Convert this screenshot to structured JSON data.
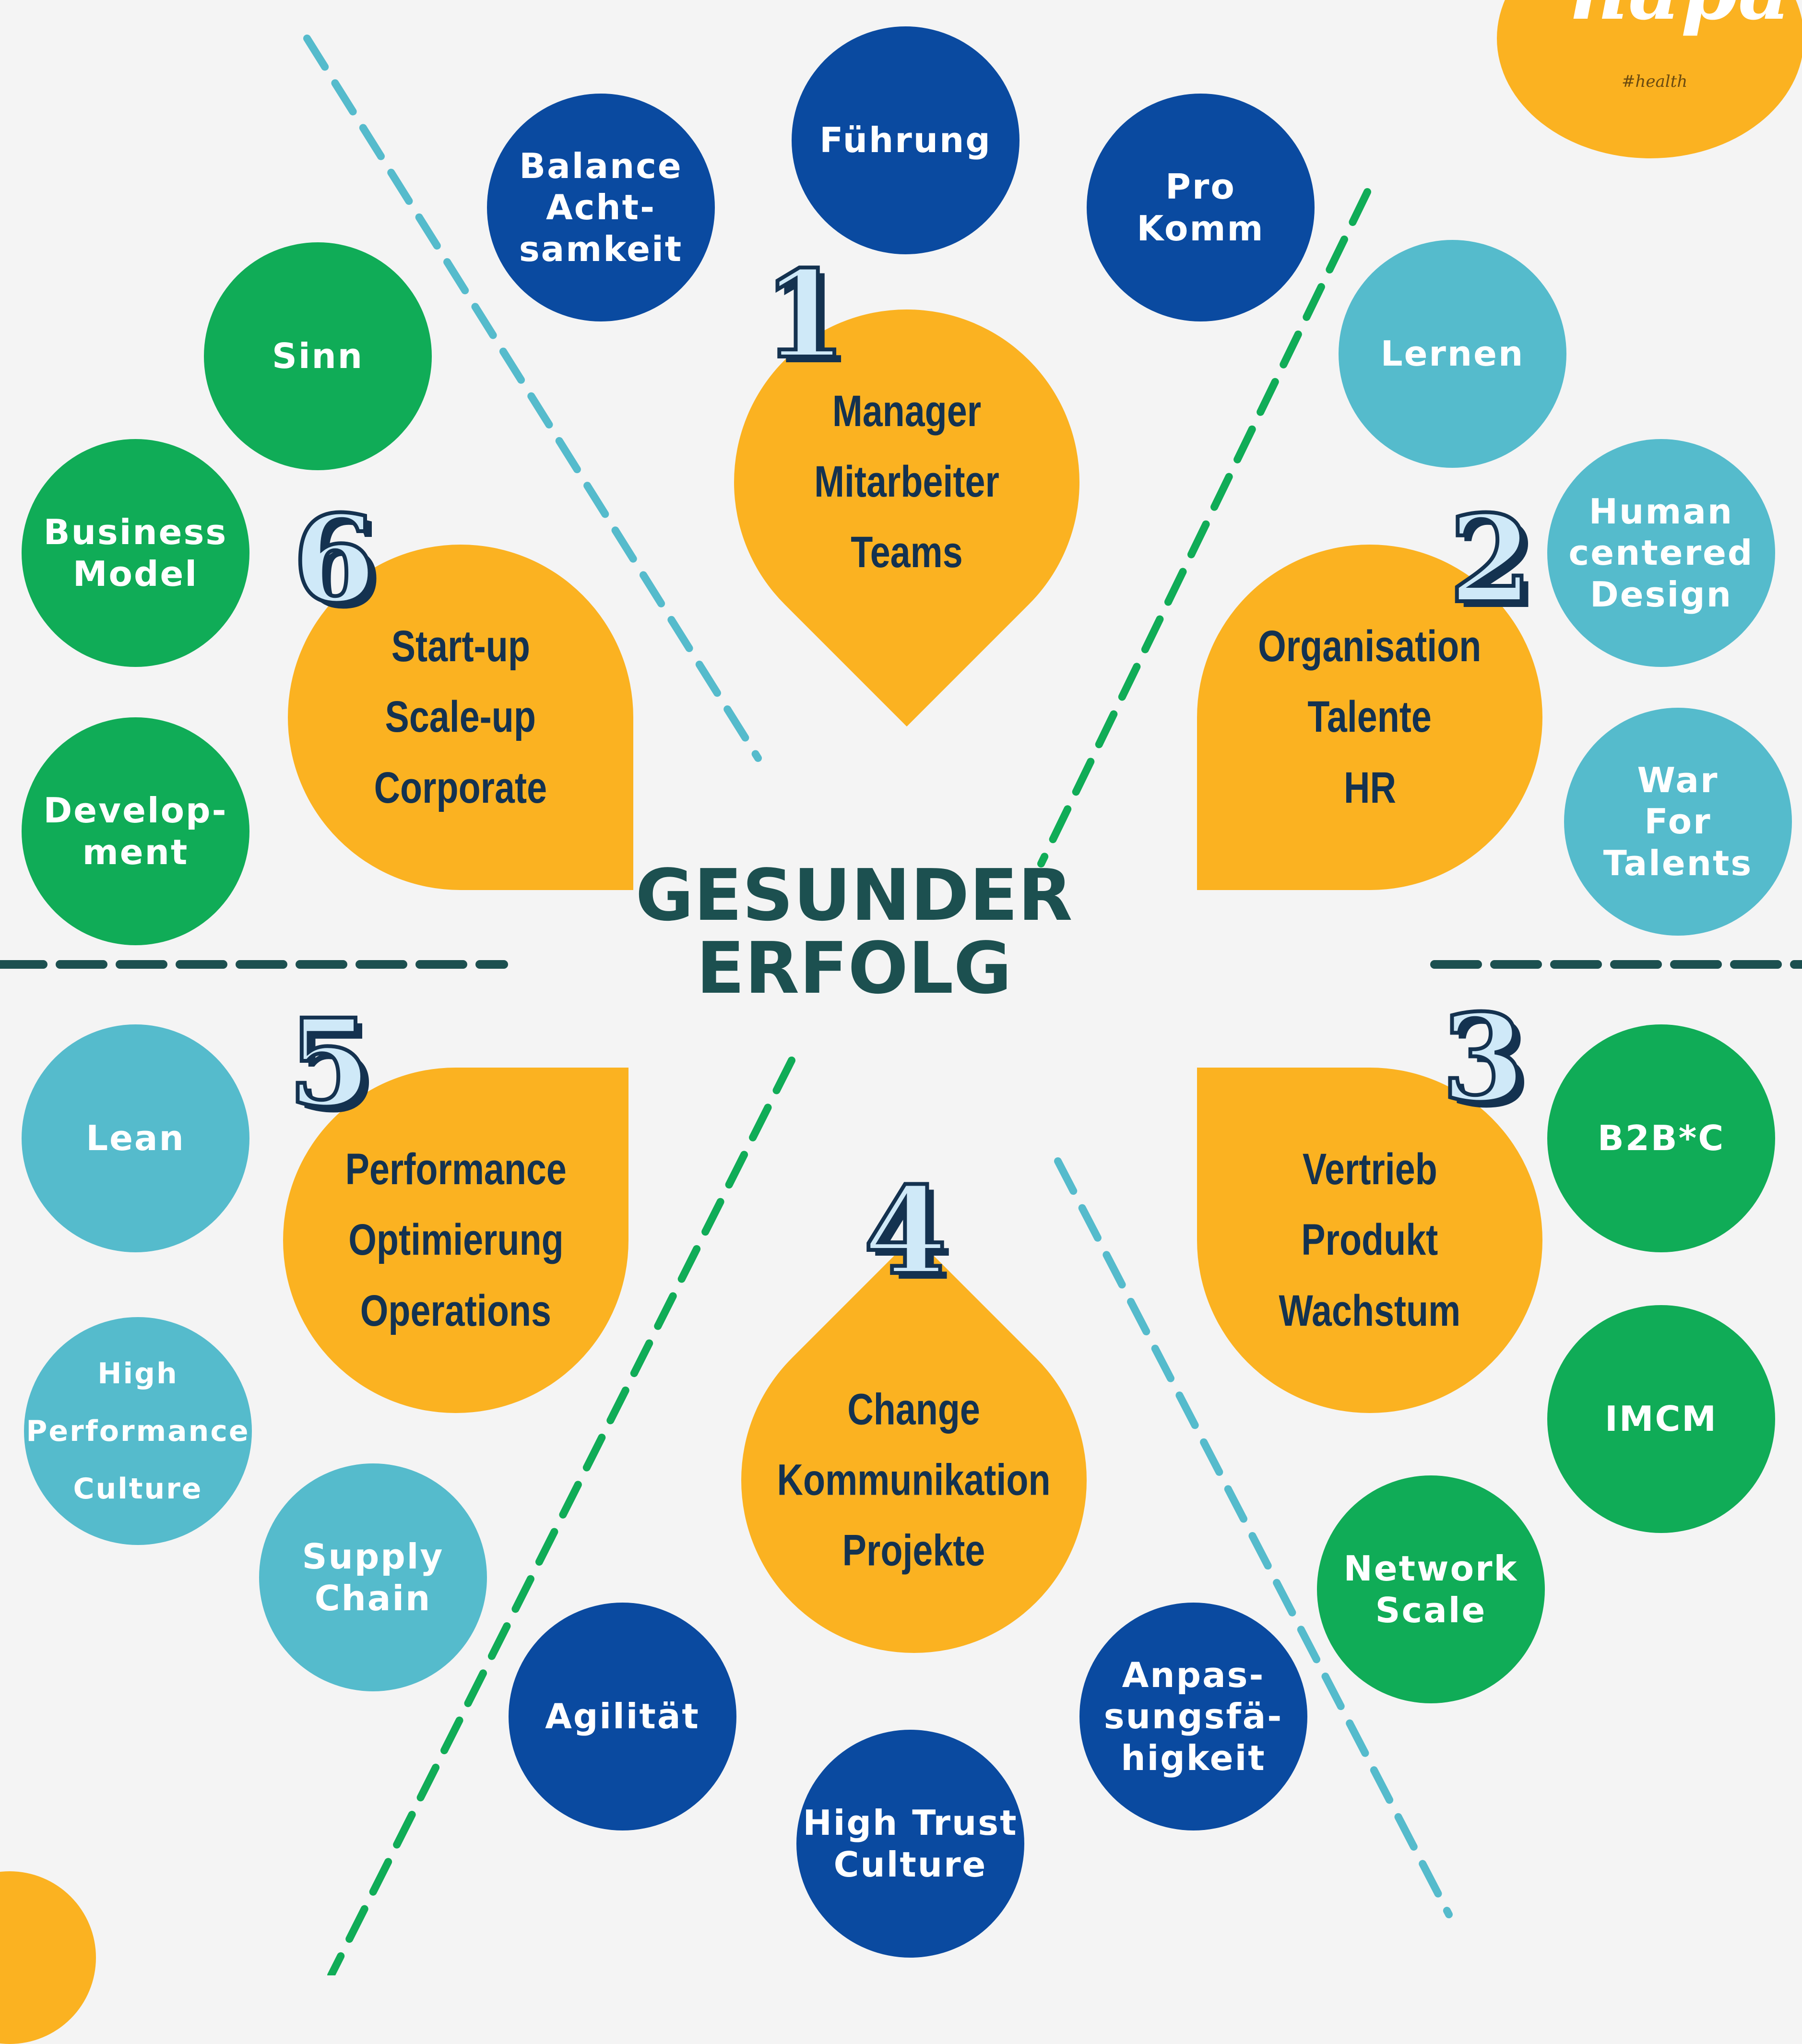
{
  "center": {
    "line1": "GESUNDER",
    "line2": "ERFOLG"
  },
  "logo": {
    "word": "napa",
    "sub": "#health"
  },
  "sections": [
    {
      "number": "1",
      "lines": [
        "Manager",
        "Mitarbeiter",
        "Teams"
      ]
    },
    {
      "number": "2",
      "lines": [
        "Organisation",
        "Talente",
        "HR"
      ]
    },
    {
      "number": "3",
      "lines": [
        "Vertrieb",
        "Produkt",
        "Wachstum"
      ]
    },
    {
      "number": "4",
      "lines": [
        "Change",
        "Kommunikation",
        "Projekte"
      ]
    },
    {
      "number": "5",
      "lines": [
        "Performance",
        "Optimierung",
        "Operations"
      ]
    },
    {
      "number": "6",
      "lines": [
        "Start-up",
        "Scale-up",
        "Corporate"
      ]
    }
  ],
  "topics": [
    {
      "label": "Balance\nAcht-\nsamkeit",
      "color": "#0a4aa0"
    },
    {
      "label": "Führung",
      "color": "#0a4aa0"
    },
    {
      "label": "Pro\nKomm",
      "color": "#0a4aa0"
    },
    {
      "label": "Lernen",
      "color": "#55bbcc"
    },
    {
      "label": "Human\ncentered\nDesign",
      "color": "#55bbcc"
    },
    {
      "label": "War\nFor\nTalents",
      "color": "#55bbcc"
    },
    {
      "label": "B2B*C",
      "color": "#10ac57"
    },
    {
      "label": "IMCM",
      "color": "#10ac57"
    },
    {
      "label": "Network\nScale",
      "color": "#10ac57"
    },
    {
      "label": "Anpas-\nsungsfä-\nhigkeit",
      "color": "#0a4aa0"
    },
    {
      "label": "High Trust\nCulture",
      "color": "#0a4aa0"
    },
    {
      "label": "Agilität",
      "color": "#0a4aa0"
    },
    {
      "label": "Supply\nChain",
      "color": "#55bbcc"
    },
    {
      "label": "High\nPerformance\nCulture",
      "color": "#55bbcc"
    },
    {
      "label": "Lean",
      "color": "#55bbcc"
    },
    {
      "label": "Develop-\nment",
      "color": "#10ac57"
    },
    {
      "label": "Business\nModel",
      "color": "#10ac57"
    },
    {
      "label": "Sinn",
      "color": "#10ac57"
    }
  ]
}
